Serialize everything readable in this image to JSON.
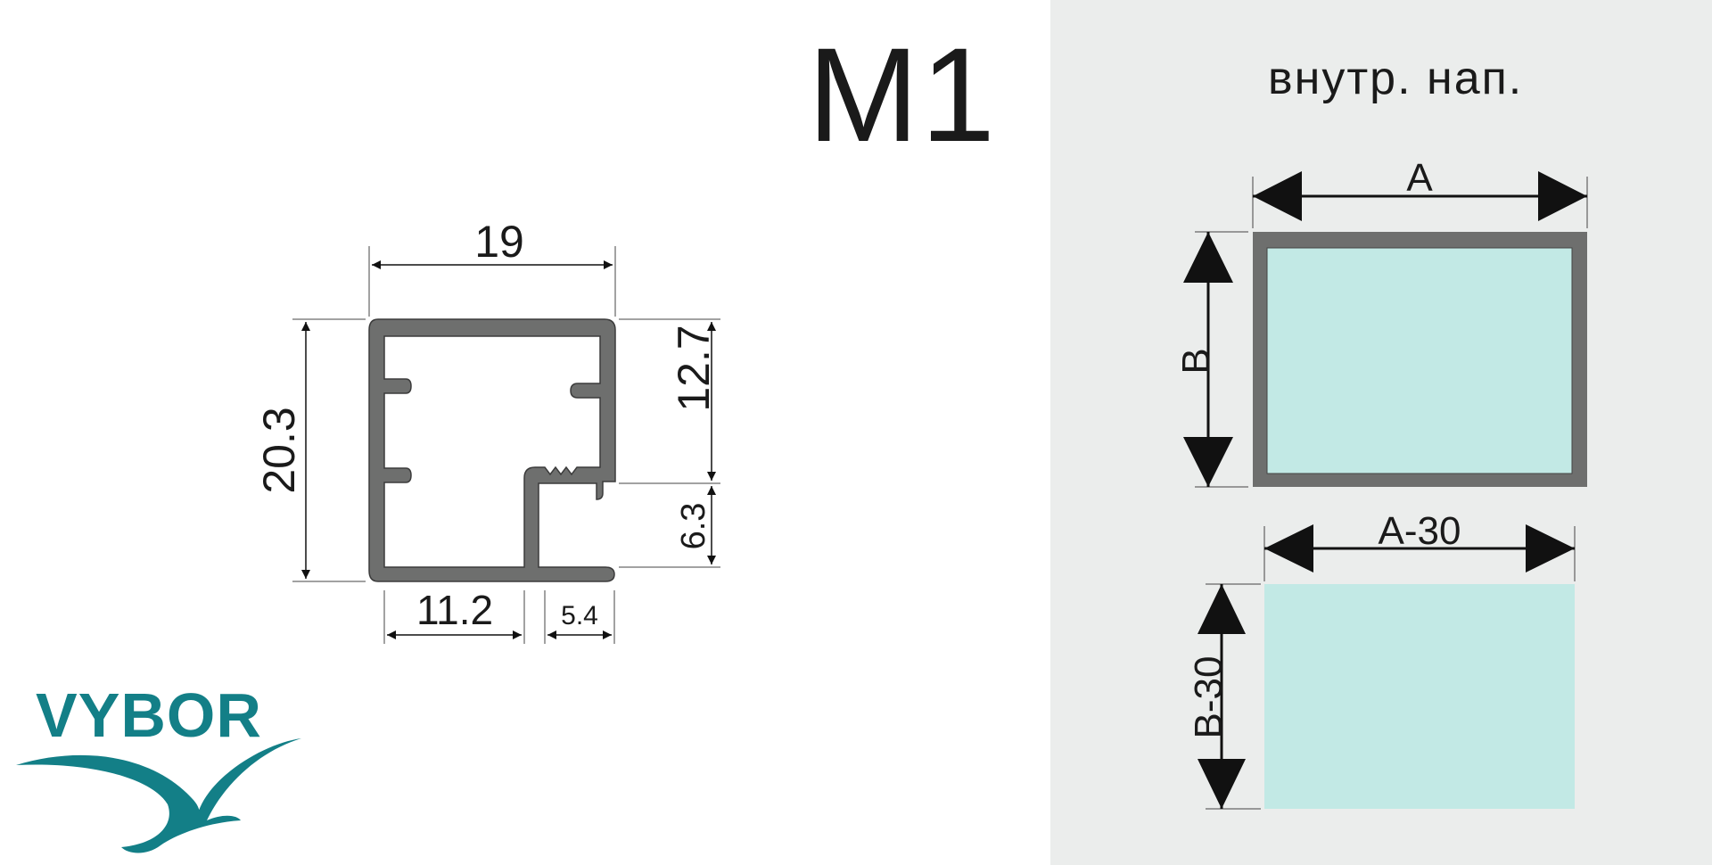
{
  "model": "M1",
  "brand": "VYBOR",
  "note": "внутр. нап.",
  "profile": {
    "width": "19",
    "height": "20.3",
    "upper_height": "12.7",
    "lower_height": "6.3",
    "left_width": "11.2",
    "right_width": "5.4"
  },
  "frame": {
    "outer_width": "A",
    "outer_height": "B",
    "inner_width": "A-30",
    "inner_height": "B-30"
  },
  "colors": {
    "profile": "#6e6f6e",
    "glass": "#c2e9e5",
    "panel": "#ebedec",
    "brand": "#137f87"
  }
}
